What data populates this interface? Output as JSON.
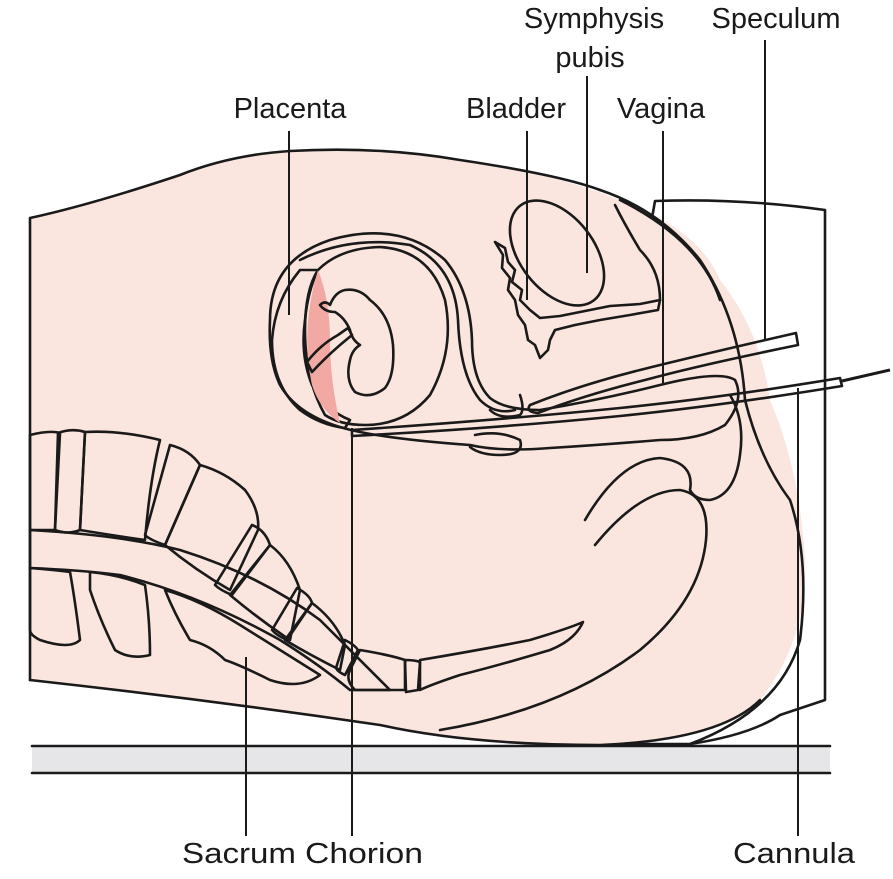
{
  "diagram": {
    "labels": {
      "placenta": "Placenta",
      "symphysis_line1": "Symphysis",
      "symphysis_line2": "pubis",
      "bladder": "Bladder",
      "vagina": "Vagina",
      "speculum": "Speculum",
      "sacrum": "Sacrum",
      "chorion": "Chorion",
      "cannula": "Cannula"
    },
    "colors": {
      "skin_light": "#fbe6df",
      "skin_mid": "#f7d6c8",
      "uterus": "#f2a9a4",
      "uterus_light": "#f7c4bd",
      "amniotic": "#7fc9cf",
      "amniotic_light": "#bfe3e6",
      "fetus": "#f9d9d8",
      "bone": "#e8dcc6",
      "bone_dots": "#cfbfa5",
      "disc": "#bcd8ec",
      "spinal_canal": "#d8d0bf",
      "symphysis": "#bfdde0",
      "speculum": "#dfe2d1",
      "cord": "#cdbfe0",
      "table": "#e6e6e8",
      "outline": "#1a1a1a"
    }
  }
}
